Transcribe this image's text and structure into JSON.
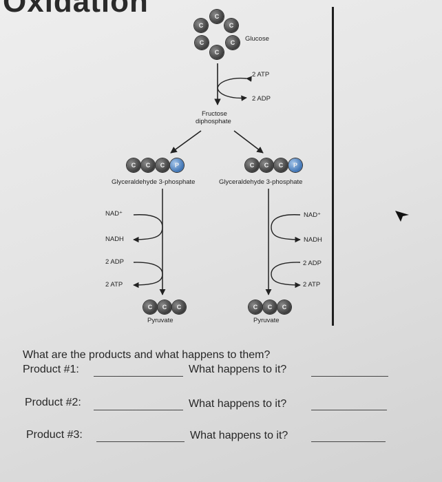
{
  "title": "Oxidation",
  "diagram": {
    "glucose_label": "Glucose",
    "glucose_atoms": [
      "C",
      "C",
      "C",
      "C",
      "C",
      "C"
    ],
    "atp_in_label": "2 ATP",
    "adp_out_label": "2 ADP",
    "fructose_label_line1": "Fructose",
    "fructose_label_line2": "diphosphate",
    "g3p_left": {
      "atoms": [
        "C",
        "C",
        "C",
        "P"
      ],
      "label": "Glyceraldehyde 3-phosphate"
    },
    "g3p_right": {
      "atoms": [
        "C",
        "C",
        "C",
        "P"
      ],
      "label": "Glyceraldehyde 3-phosphate"
    },
    "left_branch": {
      "nad": "NAD⁺",
      "nadh": "NADH",
      "adp": "2 ADP",
      "atp": "2 ATP",
      "pyruvate_atoms": [
        "C",
        "C",
        "C"
      ],
      "pyruvate_label": "Pyruvate"
    },
    "right_branch": {
      "nad": "NAD⁺",
      "nadh": "NADH",
      "adp": "2 ADP",
      "atp": "2 ATP",
      "pyruvate_atoms": [
        "C",
        "C",
        "C"
      ],
      "pyruvate_label": "Pyruvate"
    }
  },
  "questions": {
    "prompt": "What are the products and what happens to them?",
    "product1": "Product #1:",
    "product2": "Product #2:",
    "product3": "Product #3:",
    "what_happens": "What happens to it?"
  }
}
